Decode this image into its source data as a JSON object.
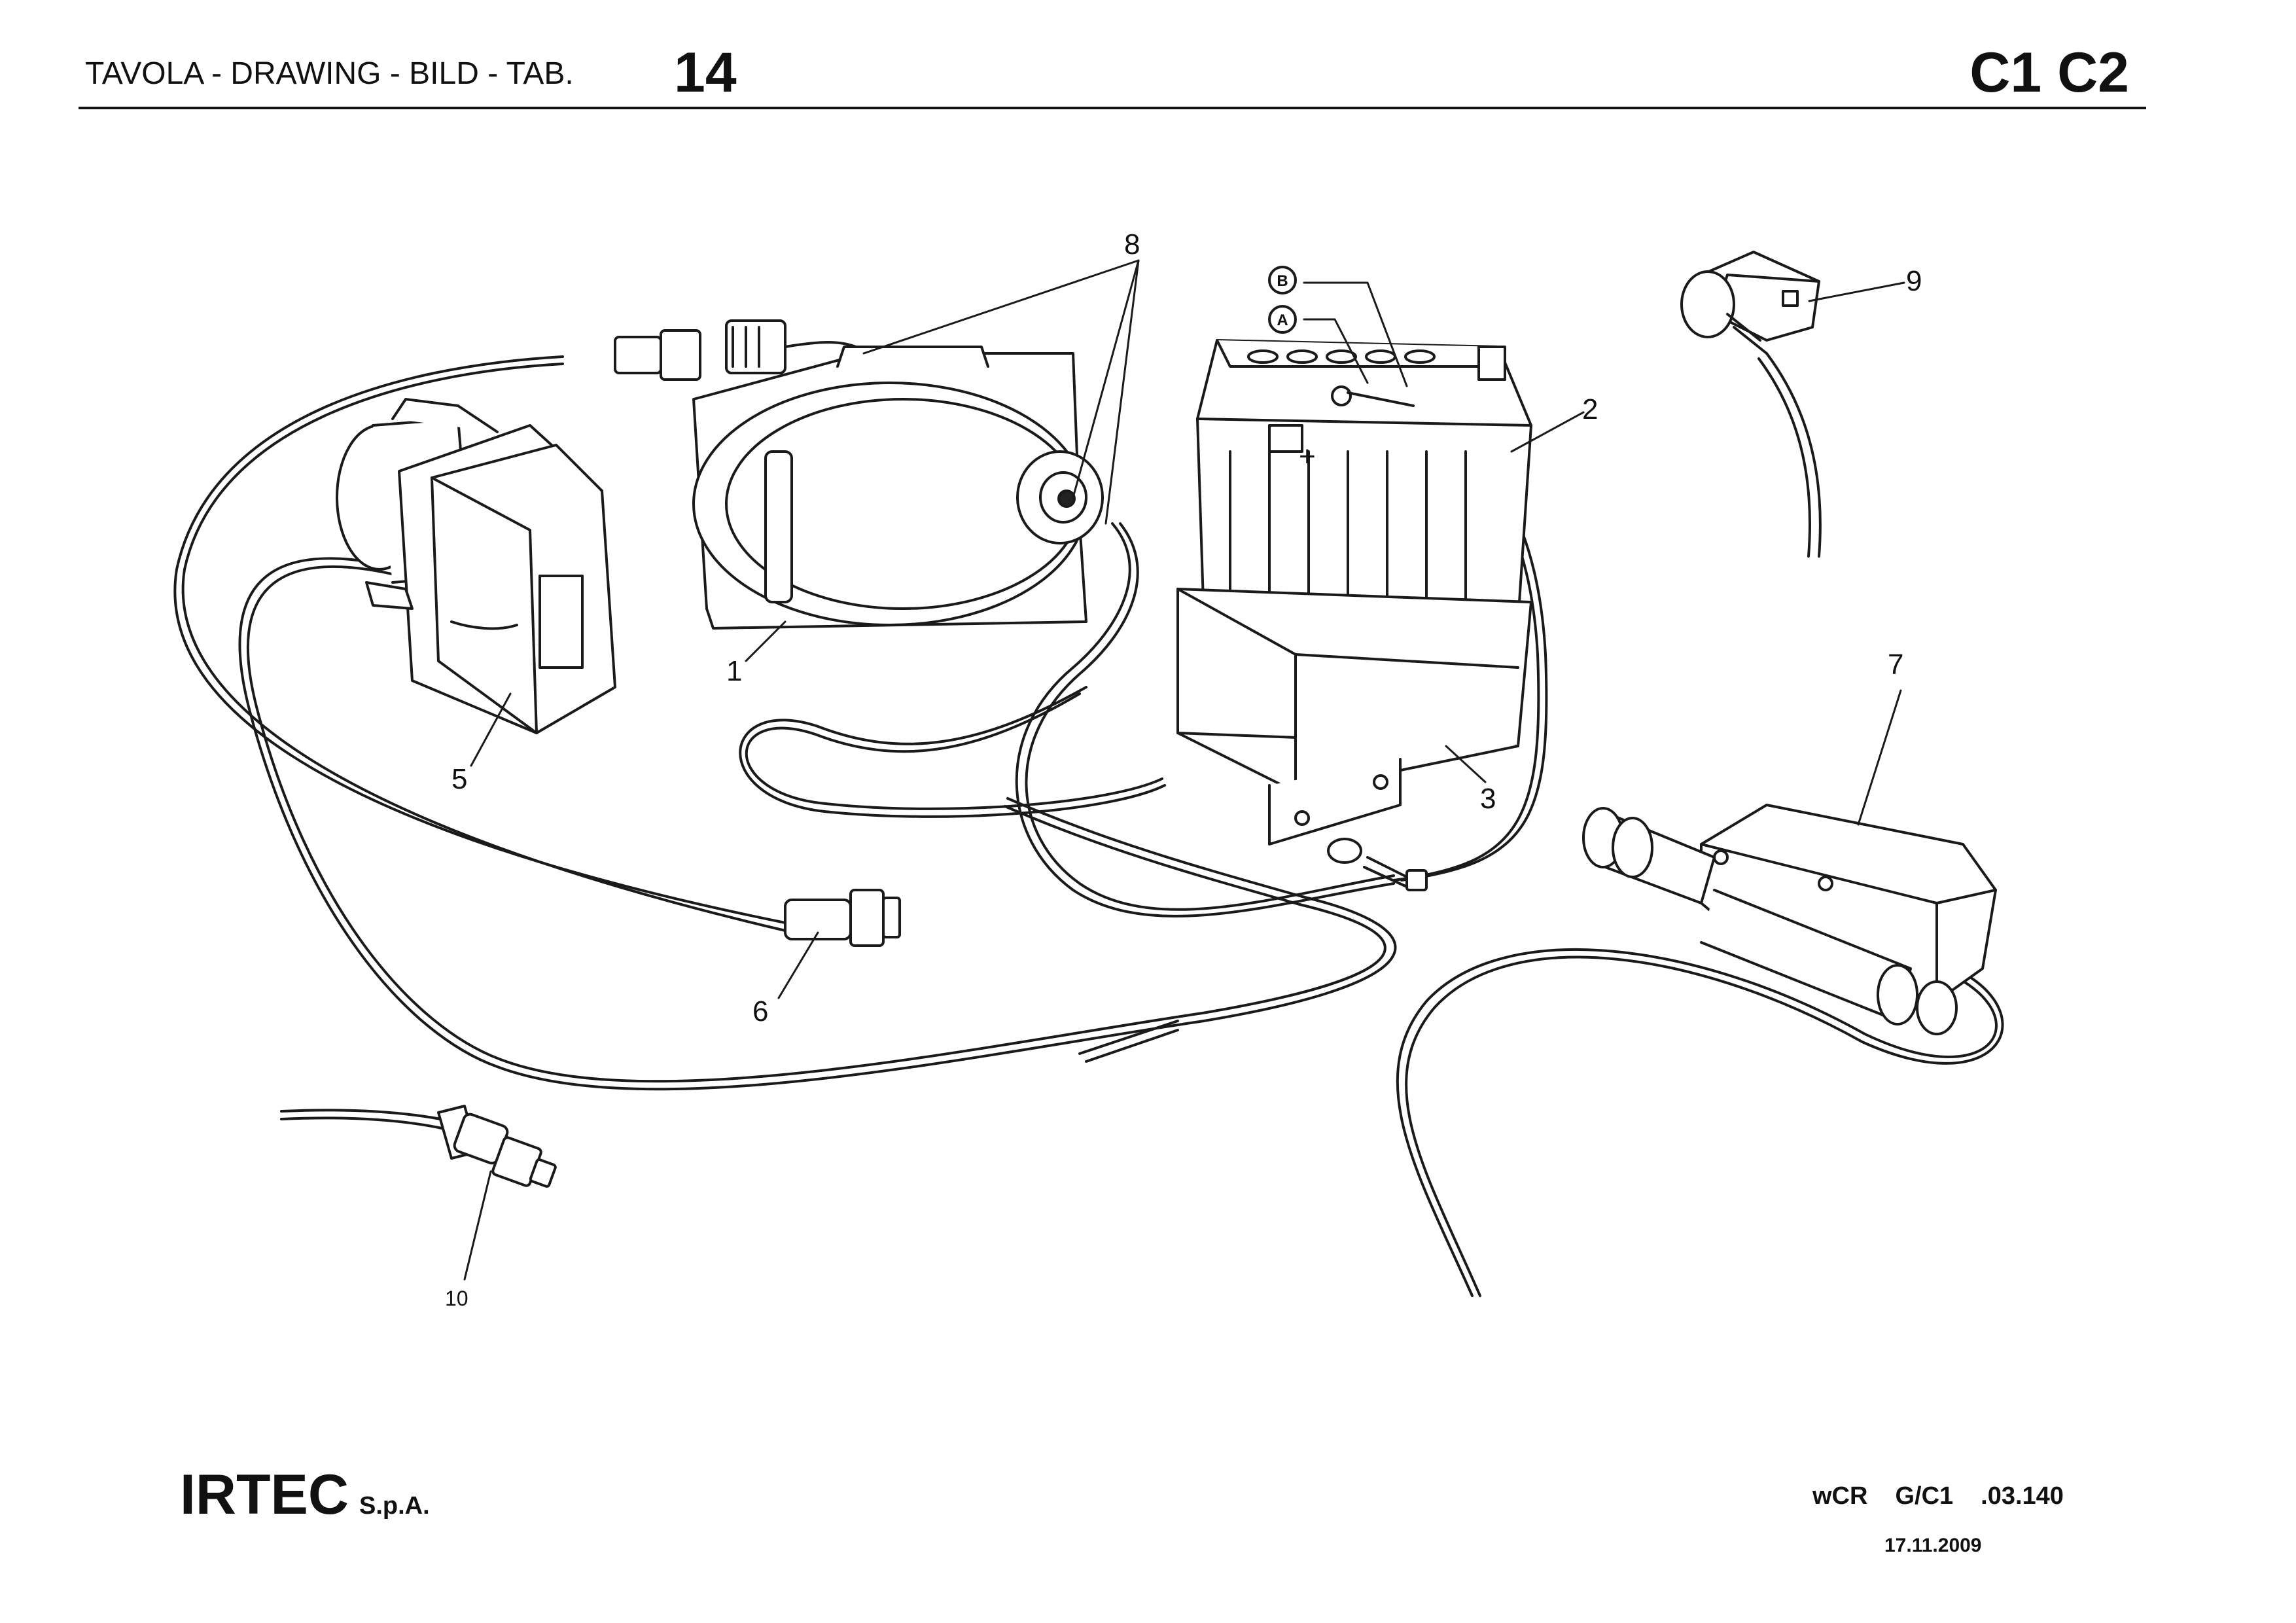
{
  "header": {
    "title": "TAVOLA - DRAWING - BILD - TAB.",
    "table_number": "14",
    "model": "C1 C2"
  },
  "drawing": {
    "callouts": [
      {
        "id": "1",
        "label": "1"
      },
      {
        "id": "2",
        "label": "2"
      },
      {
        "id": "3",
        "label": "3"
      },
      {
        "id": "5",
        "label": "5"
      },
      {
        "id": "6",
        "label": "6"
      },
      {
        "id": "7",
        "label": "7"
      },
      {
        "id": "8",
        "label": "8"
      },
      {
        "id": "9",
        "label": "9"
      },
      {
        "id": "10",
        "label": "10"
      }
    ],
    "terminal_marks": {
      "a": "A",
      "b": "B"
    },
    "battery_sign": "+"
  },
  "footer": {
    "company": "IRTEC",
    "company_suffix": "S.p.A.",
    "code_1": "wCR",
    "code_2": "G/C1",
    "code_3": ".03.140",
    "date": "17.11.2009"
  }
}
